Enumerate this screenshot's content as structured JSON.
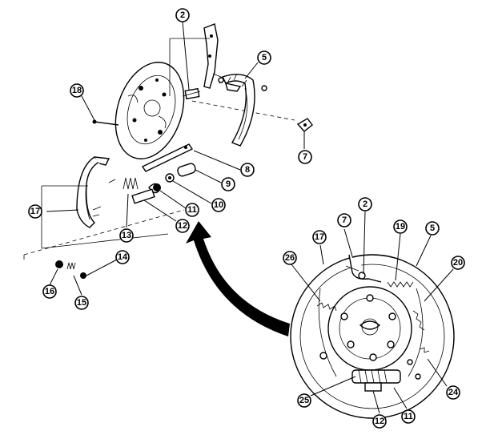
{
  "diagram": {
    "callouts_exploded": [
      {
        "id": "c2-top",
        "label": "2"
      },
      {
        "id": "c5-top",
        "label": "5"
      },
      {
        "id": "c18",
        "label": "18"
      },
      {
        "id": "c7-top",
        "label": "7"
      },
      {
        "id": "c8",
        "label": "8"
      },
      {
        "id": "c9",
        "label": "9"
      },
      {
        "id": "c10",
        "label": "10"
      },
      {
        "id": "c11-top",
        "label": "11"
      },
      {
        "id": "c12-top",
        "label": "12"
      },
      {
        "id": "c13",
        "label": "13"
      },
      {
        "id": "c17-top",
        "label": "17"
      },
      {
        "id": "c14",
        "label": "14"
      },
      {
        "id": "c15",
        "label": "15"
      },
      {
        "id": "c16",
        "label": "16"
      }
    ],
    "callouts_assembled": [
      {
        "id": "c17-bot",
        "label": "17"
      },
      {
        "id": "c7-bot",
        "label": "7"
      },
      {
        "id": "c2-bot",
        "label": "2"
      },
      {
        "id": "c19",
        "label": "19"
      },
      {
        "id": "c5-bot",
        "label": "5"
      },
      {
        "id": "c26",
        "label": "26"
      },
      {
        "id": "c20",
        "label": "20"
      },
      {
        "id": "c24",
        "label": "24"
      },
      {
        "id": "c25",
        "label": "25"
      },
      {
        "id": "c12-bot",
        "label": "12"
      },
      {
        "id": "c11-bot",
        "label": "11"
      }
    ]
  }
}
